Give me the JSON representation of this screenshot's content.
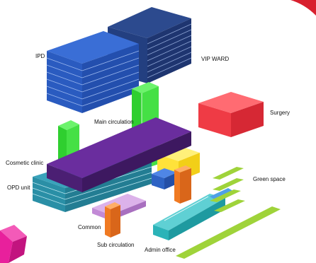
{
  "labels": {
    "ipd": "IPD",
    "vip_ward": "VIP WARD",
    "surgery": "Surgery",
    "main_circulation": "Main circulation",
    "cosmetic_clinic": "Cosmetic clinic",
    "opd_unit": "OPD unit",
    "green_space": "Green space",
    "common": "Common",
    "sub_circulation": "Sub circulation",
    "admin_office": "Admin office"
  },
  "colors": {
    "ipd": "#2d5ec4",
    "vip_ward": "#223a78",
    "surgery": "#ef3b45",
    "main_circulation": "#39e639",
    "cosmetic_clinic": "#4b1f73",
    "opd_unit": "#2a8fa6",
    "green_space": "#9fd33a",
    "common": "#c28ad6",
    "sub_circulation": "#f07a22",
    "admin_office": "#2bb3b8",
    "yellow_block": "#ffe23a",
    "magenta_block": "#e8209c"
  }
}
